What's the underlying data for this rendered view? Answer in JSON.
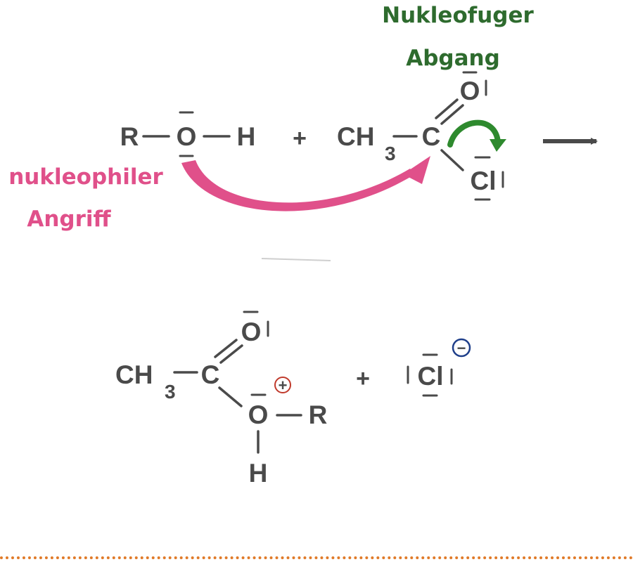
{
  "labels": {
    "leaving_group": [
      "Nukleofuger",
      "Abgang"
    ],
    "nucleophilic_attack": [
      "nukleophiler",
      "Angriff"
    ]
  },
  "reactants": {
    "alcohol": {
      "r": "R",
      "o": "O",
      "h": "H"
    },
    "plus": "+",
    "acyl_chloride": {
      "ch": "CH",
      "sub": "3",
      "c": "C",
      "o": "O",
      "cl": "Cl"
    }
  },
  "products": {
    "intermediate": {
      "ch": "CH",
      "sub": "3",
      "c": "C",
      "o_top": "O",
      "o_mid": "O",
      "r": "R",
      "h": "H",
      "charge": "+"
    },
    "plus": "+",
    "chloride": {
      "cl": "Cl",
      "charge": "−"
    }
  },
  "colors": {
    "leaving_group": "#2e6b2e",
    "nucleophilic_attack": "#e0508a",
    "text": "#4a4a4a",
    "divider": "#e07a28"
  }
}
